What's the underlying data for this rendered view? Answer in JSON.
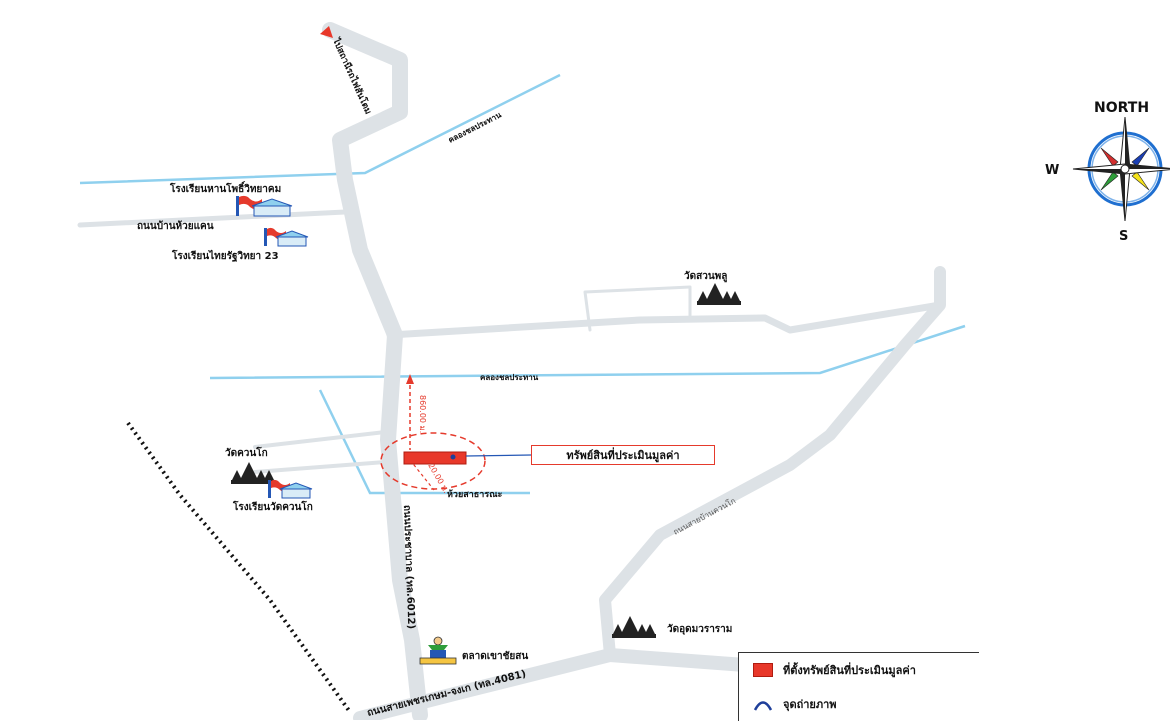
{
  "map": {
    "direction_to_top": "ไปสถานีรถไฟสันโตม",
    "canal_top": "คลองชลประทาน",
    "canal_mid": "คลองชลประทาน",
    "school_1": "โรงเรียนหานโพธิ์วิทยาคม",
    "road_huaykhaen": "ถนนบ้านห้วยแคน",
    "school_2": "โรงเรียนไทยรัฐวิทยา 23",
    "temple_suanphlu": "วัดสวนพลู",
    "temple_khuanko": "วัดควนโก",
    "school_3": "โรงเรียนวัดควนโก",
    "stream": "ห้วยสาธารณะ",
    "dist_north": "860.00 ม.",
    "dist_south": "20.00 ม.",
    "property_label": "ทรัพย์สินที่ประเมินมูลค่า",
    "main_road": "ถนนประชาบาล (ทล.6012)",
    "temple_udom": "วัดอุดมวราราม",
    "market": "ตลาดเขาชัยสน",
    "road_bottom": "ถนนสายเพชรเกษม-จงเก (ทล.4081)",
    "road_east": "ถนนสายบ้านควนโก"
  },
  "compass": {
    "north": "NORTH",
    "west": "W",
    "south": "S",
    "colors": [
      "#d32f2f",
      "#1a3fb5",
      "#f5e31a",
      "#2e9d3a"
    ]
  },
  "legend": {
    "property_location": "ที่ตั้งทรัพย์สินที่ประเมินมูลค่า",
    "photo_point": "จุดถ่ายภาพ"
  },
  "colors": {
    "road": "#dde2e6",
    "canal": "#8fd0ee",
    "property": "#e8382a"
  }
}
